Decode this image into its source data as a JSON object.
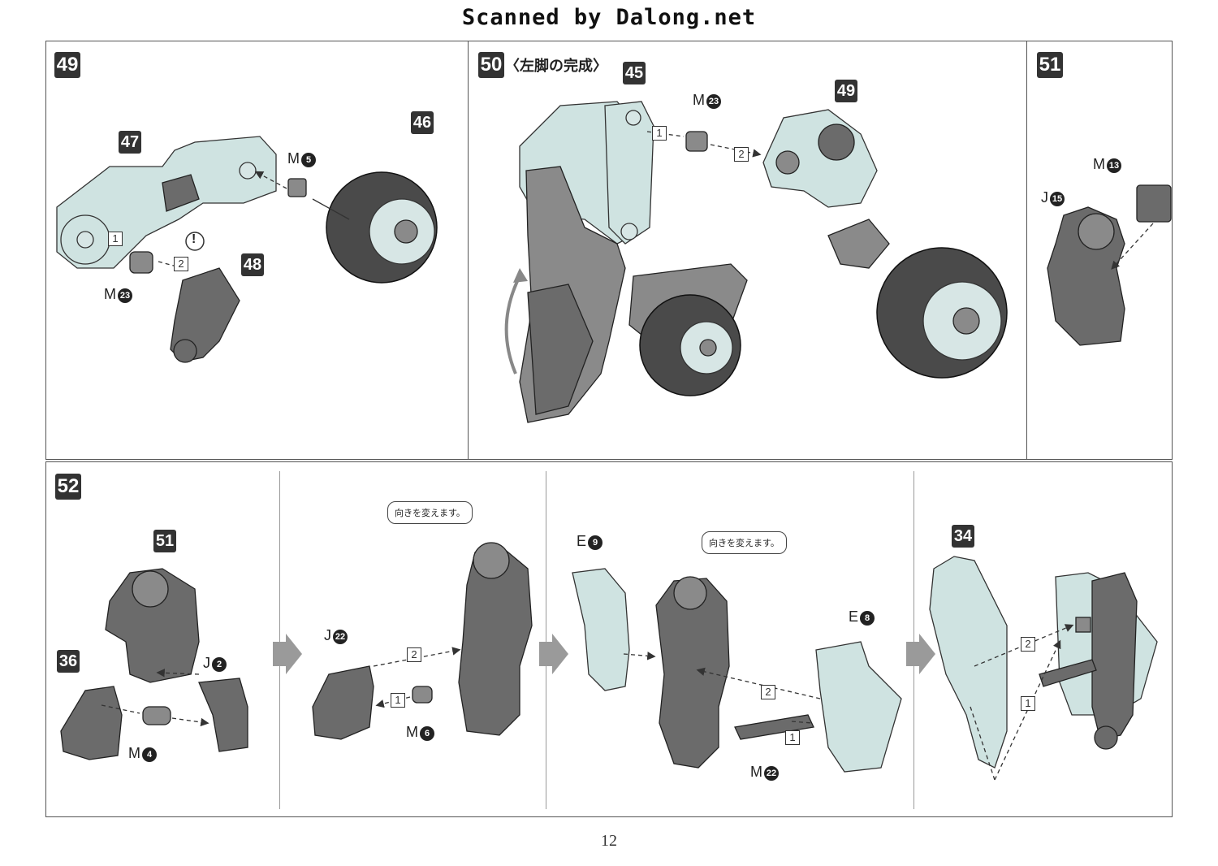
{
  "scan_credit": "Scanned by Dalong.net",
  "page_number": "12",
  "steps": {
    "s49": {
      "number": "49",
      "parts": {
        "p47": "47",
        "p46": "46",
        "p48": "48"
      },
      "labels": {
        "m5": "M",
        "m5n": "5",
        "m23": "M",
        "m23n": "23"
      },
      "order": [
        "1",
        "2"
      ],
      "warning": "!"
    },
    "s50": {
      "number": "50",
      "title": "〈左脚の完成〉",
      "parts": {
        "p45": "45",
        "p49": "49"
      },
      "labels": {
        "m23": "M",
        "m23n": "23"
      },
      "order": [
        "1",
        "2"
      ]
    },
    "s51": {
      "number": "51",
      "labels": {
        "m13": "M",
        "m13n": "13",
        "j15": "J",
        "j15n": "15"
      }
    },
    "s52": {
      "number": "52",
      "parts": {
        "p51": "51",
        "p36": "36",
        "p34": "34"
      },
      "labels": {
        "j2": "J",
        "j2n": "2",
        "m4": "M",
        "m4n": "4",
        "j22": "J",
        "j22n": "22",
        "m6": "M",
        "m6n": "6",
        "e9": "E",
        "e9n": "9",
        "e8": "E",
        "e8n": "8",
        "m22": "M",
        "m22n": "22"
      },
      "bubbles": {
        "b1": "向きを変えます。",
        "b2": "向きを変えます。"
      },
      "order": [
        "1",
        "2"
      ]
    }
  },
  "colors": {
    "pale_part": "#cfe3e1",
    "dark_part": "#6b6b6b",
    "badge": "#333333"
  }
}
